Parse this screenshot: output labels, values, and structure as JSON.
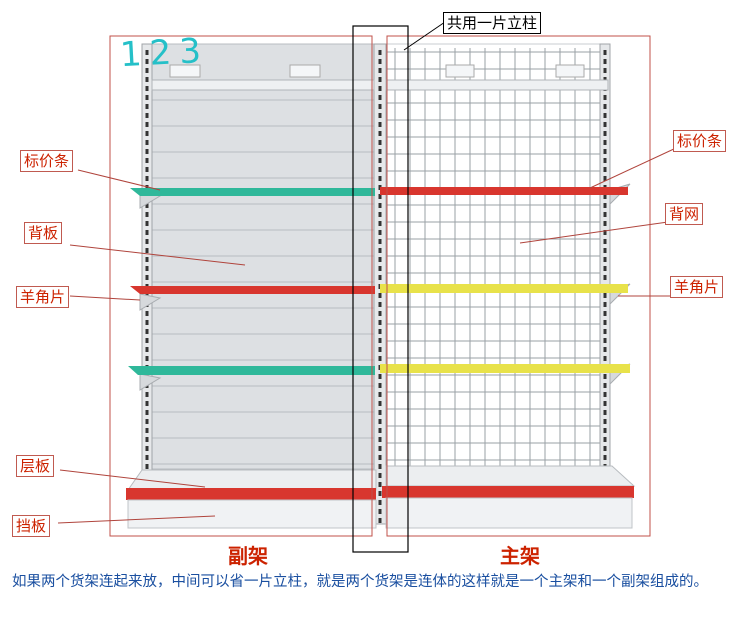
{
  "labels": {
    "shared_post": "共用一片立柱",
    "price_strip_left": "标价条",
    "price_strip_right": "标价条",
    "back_panel": "背板",
    "back_net": "背网",
    "bracket_left": "羊角片",
    "bracket_right": "羊角片",
    "shelf_board": "层板",
    "kick_plate": "挡板",
    "secondary_rack": "副架",
    "main_rack": "主架"
  },
  "handwriting": "123",
  "caption": "如果两个货架连起来放，中间可以省一片立柱，就是两个货架是连体的这样就是一个主架和一个副架组成的。",
  "colors": {
    "red": "#d8362e",
    "green": "#2fb89a",
    "yellow": "#e8e24a",
    "label_red": "#cc2200",
    "caption_blue": "#1a4fa0"
  }
}
